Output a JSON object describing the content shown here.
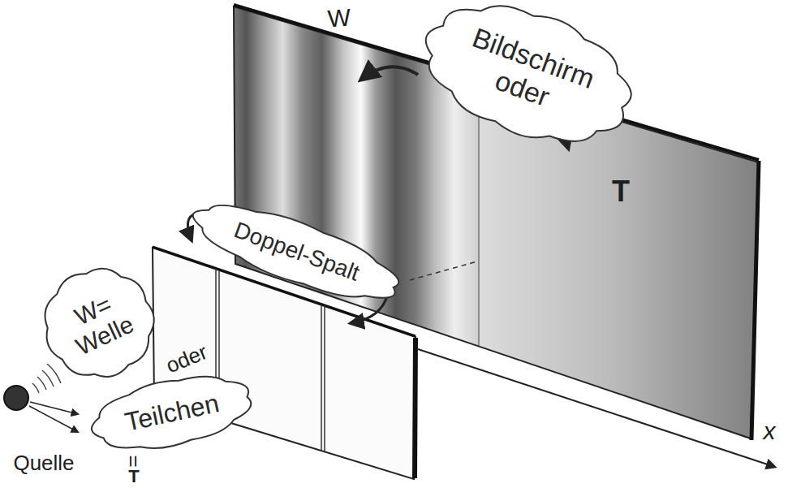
{
  "diagram": {
    "nodes": [
      {
        "text": [
          "Bildschirm oder"
        ]
      },
      {
        "text": [
          "Doppel-Spalt"
        ]
      },
      {
        "text": [
          "W= Welle"
        ]
      },
      {
        "text": [
          "Teilchen"
        ]
      }
    ],
    "labels": [
      "W",
      "T",
      "oder",
      "=",
      "T",
      "Quelle",
      "x"
    ]
  }
}
